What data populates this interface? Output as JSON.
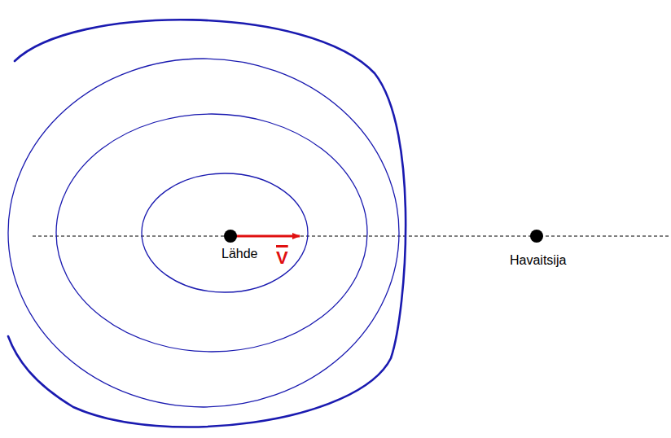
{
  "diagram": {
    "labels": [
      "Lähde",
      "V",
      "Havaitsija"
    ]
  }
}
